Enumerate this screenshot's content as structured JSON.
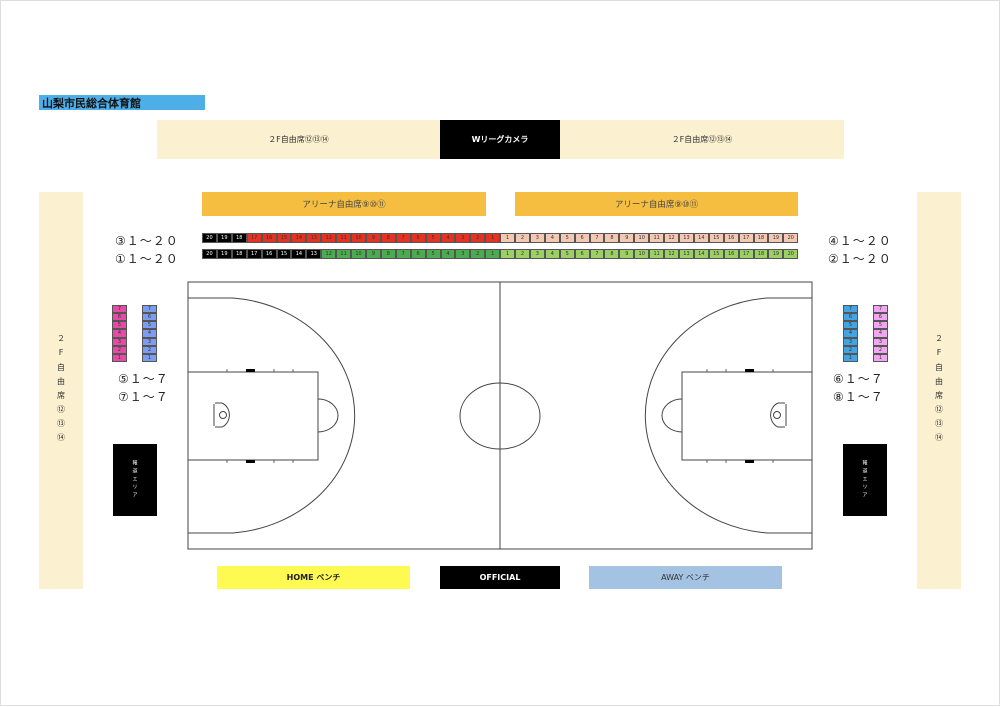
{
  "title": "山梨市民総合体育館",
  "top": {
    "left_label": "２F自由席⑫⑬⑭",
    "camera_label": "Wリーグカメラ",
    "right_label": "２F自由席⑫⑬⑭"
  },
  "arena": {
    "left_label": "アリーナ自由席⑨⑩⑪",
    "right_label": "アリーナ自由席⑨⑩⑪"
  },
  "side": {
    "left_label": "２F自由席⑫⑬⑭",
    "right_label": "２F自由席⑫⑬⑭"
  },
  "press": {
    "left_label": "報道エリア",
    "right_label": "報道エリア"
  },
  "bottom": {
    "home_label": "HOME ベンチ",
    "official_label": "OFFICIAL",
    "away_label": "AWAY ベンチ"
  },
  "row_labels": {
    "r3": "③１～２０",
    "r1": "①１～２０",
    "r4": "④１～２０",
    "r2": "②１～２０",
    "r5": "⑤１～７",
    "r7": "⑦１～７",
    "r6": "⑥１～７",
    "r8": "⑧１～７"
  },
  "colors": {
    "black": "#000000",
    "red": "#e53323",
    "peach": "#f4c9b3",
    "green": "#4caa4f",
    "lightgreen": "#9ccf66",
    "pink": "#e64aa6",
    "blue": "#7c9cf0",
    "cyan": "#42a4e2",
    "lightpink": "#efa7f0"
  },
  "rows": {
    "row3": {
      "numbers": [
        20,
        19,
        18,
        17,
        16,
        15,
        14,
        13,
        12,
        11,
        10,
        9,
        8,
        7,
        6,
        5,
        4,
        3,
        2,
        1
      ],
      "colors": [
        "black",
        "black",
        "black",
        "red",
        "red",
        "red",
        "red",
        "red",
        "red",
        "red",
        "red",
        "red",
        "red",
        "red",
        "red",
        "red",
        "red",
        "red",
        "red",
        "red"
      ]
    },
    "row4": {
      "numbers": [
        1,
        2,
        3,
        4,
        5,
        6,
        7,
        8,
        9,
        10,
        11,
        12,
        13,
        14,
        15,
        16,
        17,
        18,
        19,
        20
      ],
      "color": "peach"
    },
    "row1": {
      "numbers": [
        20,
        19,
        18,
        17,
        16,
        15,
        14,
        13,
        12,
        11,
        10,
        9,
        8,
        7,
        6,
        5,
        4,
        3,
        2,
        1
      ],
      "colors": [
        "black",
        "black",
        "black",
        "black",
        "black",
        "black",
        "black",
        "black",
        "green",
        "green",
        "green",
        "green",
        "green",
        "green",
        "green",
        "green",
        "green",
        "green",
        "green",
        "green"
      ]
    },
    "row2": {
      "numbers": [
        1,
        2,
        3,
        4,
        5,
        6,
        7,
        8,
        9,
        10,
        11,
        12,
        13,
        14,
        15,
        16,
        17,
        18,
        19,
        20
      ],
      "color": "lightgreen"
    },
    "row5": {
      "numbers": [
        7,
        6,
        5,
        4,
        3,
        2,
        1
      ],
      "color": "pink"
    },
    "row7": {
      "numbers": [
        7,
        6,
        5,
        4,
        3,
        2,
        1
      ],
      "color": "blue"
    },
    "row6": {
      "numbers": [
        7,
        6,
        5,
        4,
        3,
        2,
        1
      ],
      "color": "cyan"
    },
    "row8": {
      "numbers": [
        7,
        6,
        5,
        4,
        3,
        2,
        1
      ],
      "color": "lightpink"
    }
  }
}
